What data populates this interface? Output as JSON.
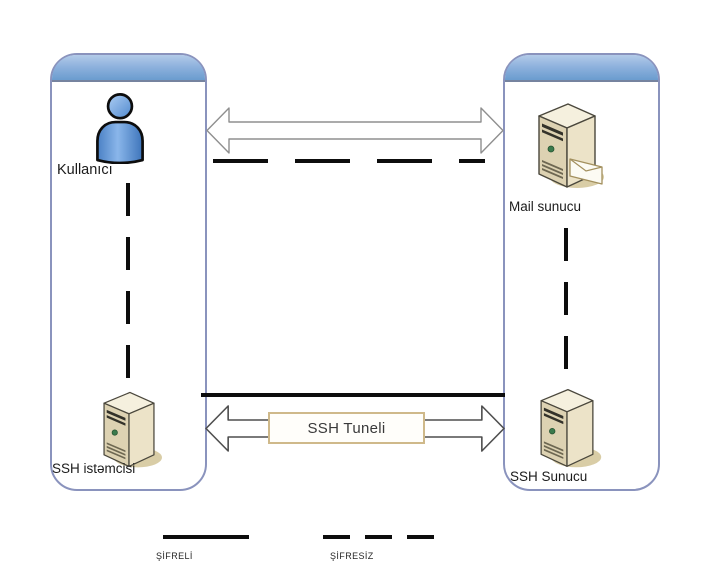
{
  "nodes": {
    "user": {
      "label": "Kullanıcı"
    },
    "mail_server": {
      "label": "Mail sunucu"
    },
    "ssh_client": {
      "label": "SSH istəmcisi"
    },
    "ssh_server": {
      "label": "SSH Sunucu"
    }
  },
  "tunnel": {
    "label": "SSH Tuneli"
  },
  "legend": {
    "encrypted": {
      "label": "ŞİFRELİ",
      "line_style": "solid"
    },
    "unencrypted": {
      "label": "ŞİFRESİZ",
      "line_style": "dashed"
    }
  },
  "connectors": [
    {
      "name": "top-double-arrow",
      "style": "hollow-double-headed-arrow"
    },
    {
      "name": "top-dashed-line",
      "style": "thick-dashed-horizontal"
    },
    {
      "name": "user-to-ssh-client",
      "style": "thick-dashed-vertical"
    },
    {
      "name": "mail-server-to-ssh-server",
      "style": "thick-dashed-vertical"
    },
    {
      "name": "middle-solid-line",
      "style": "thick-solid-horizontal"
    },
    {
      "name": "bottom-double-arrow",
      "style": "hollow-double-headed-arrow",
      "label": "SSH Tuneli"
    }
  ],
  "colors": {
    "panel_header_top": "#b3cbe9",
    "panel_header_bottom": "#6a9ccf",
    "panel_border": "#8a93bd",
    "line": "#0d0d0d",
    "tunnel_box_border": "#cfb98a",
    "server_beige": "#ddd2b2",
    "person_blue": "#5c94d8",
    "arrow_outline": "#8f8f8f"
  }
}
